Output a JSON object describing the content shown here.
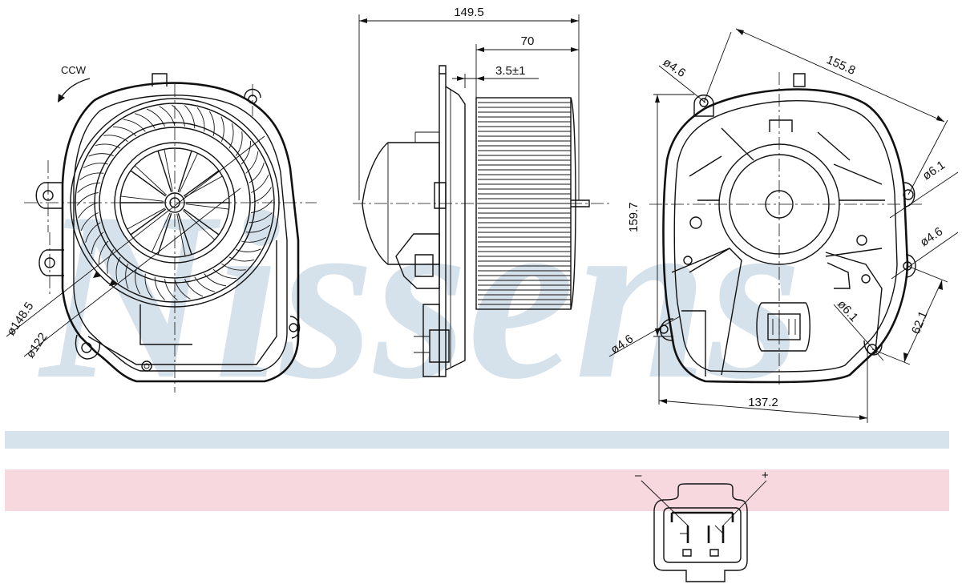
{
  "watermark": {
    "text": "Nissens",
    "color": "#c8d7e5"
  },
  "colors": {
    "line": "#111111",
    "band_blue": "#d7e3ec",
    "band_pink": "#f6d8de"
  },
  "front_view": {
    "rotation_label": "CCW",
    "outer_diameter_label": "ø148.5",
    "inner_diameter_label": "ø122"
  },
  "side_view": {
    "overall_width_label": "149.5",
    "wheel_width_label": "70",
    "offset_label": "3.5±1"
  },
  "back_view": {
    "span_label": "155.8",
    "height_label": "159.7",
    "width_label": "137.2",
    "lower_offset_label": "62.1",
    "hole_top_left_label": "ø4.6",
    "hole_right_upper_label": "ø6.1",
    "hole_right_mid_label": "ø4.6",
    "hole_left_lower_label": "ø4.6",
    "hole_bottom_right_label": "ø6.1"
  },
  "connector": {
    "minus_label": "–",
    "plus_label": "+"
  }
}
